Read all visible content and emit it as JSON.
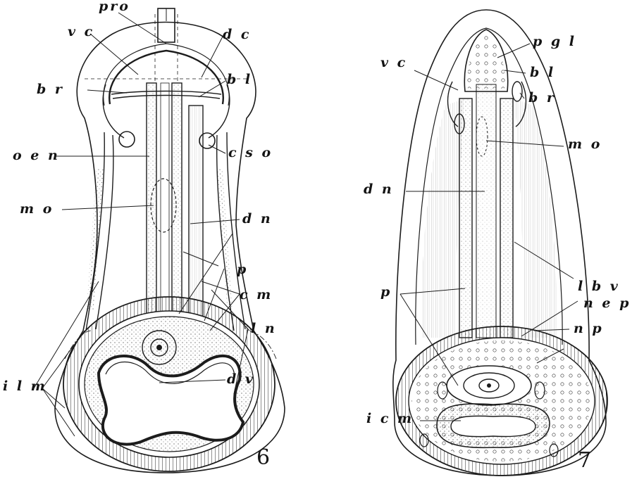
{
  "figures": [
    {
      "number": "6",
      "labels": {
        "pro": "pro",
        "vc": "v c",
        "dc": "d c",
        "br": "b r",
        "bl": "b l",
        "oen": "o e n",
        "cso": "c s o",
        "mo": "m o",
        "dn": "d n",
        "p": "p",
        "cm": "c m",
        "ln": "l n",
        "ilm": "i l m",
        "dv": "d v"
      }
    },
    {
      "number": "7",
      "labels": {
        "vc": "v c",
        "pgl": "p g l",
        "bl": "b l",
        "br": "b r",
        "mo": "m o",
        "dn": "d n",
        "lbv": "l b v",
        "p": "p",
        "nep": "n e p",
        "np": "n p",
        "icm": "i c m"
      }
    }
  ],
  "colors": {
    "ink": "#1c1c1c",
    "paper": "#ffffff"
  }
}
